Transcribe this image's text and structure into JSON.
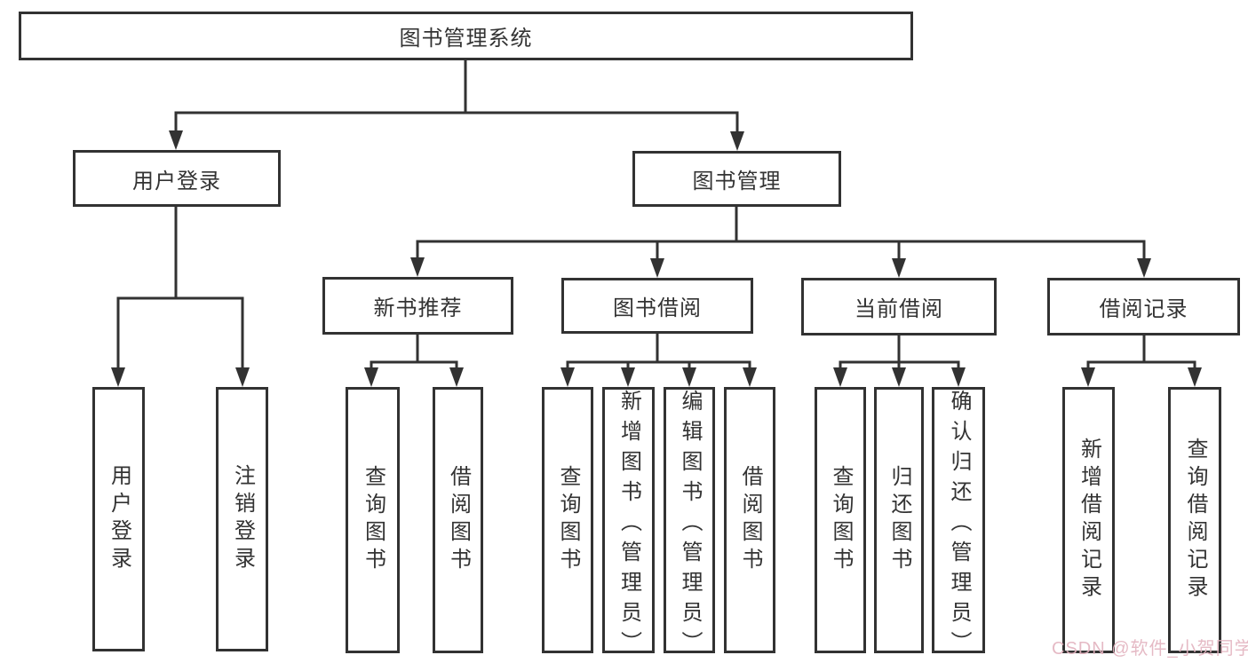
{
  "diagram": {
    "root": {
      "label": "图书管理系统"
    },
    "level2": [
      {
        "label": "用户登录"
      },
      {
        "label": "图书管理"
      }
    ],
    "level3": [
      {
        "label": "新书推荐"
      },
      {
        "label": "图书借阅"
      },
      {
        "label": "当前借阅"
      },
      {
        "label": "借阅记录"
      }
    ],
    "leaves": {
      "user_login": [
        "用户登录",
        "注销登录"
      ],
      "new_book": [
        "查询图书",
        "借阅图书"
      ],
      "book_borrow": [
        "查询图书",
        "新增图书（管理员）",
        "编辑图书（管理员）",
        "借阅图书"
      ],
      "current_borrow": [
        "查询图书",
        "归还图书",
        "确认归还（管理员）"
      ],
      "borrow_record": [
        "新增借阅记录",
        "查询借阅记录"
      ]
    },
    "watermark": "CSDN @软件_小贺同学",
    "colors": {
      "line": "#323232",
      "text": "#333333",
      "box_background": "#ffffff",
      "watermark": "#e3b3bf",
      "background": "#ffffff"
    }
  }
}
